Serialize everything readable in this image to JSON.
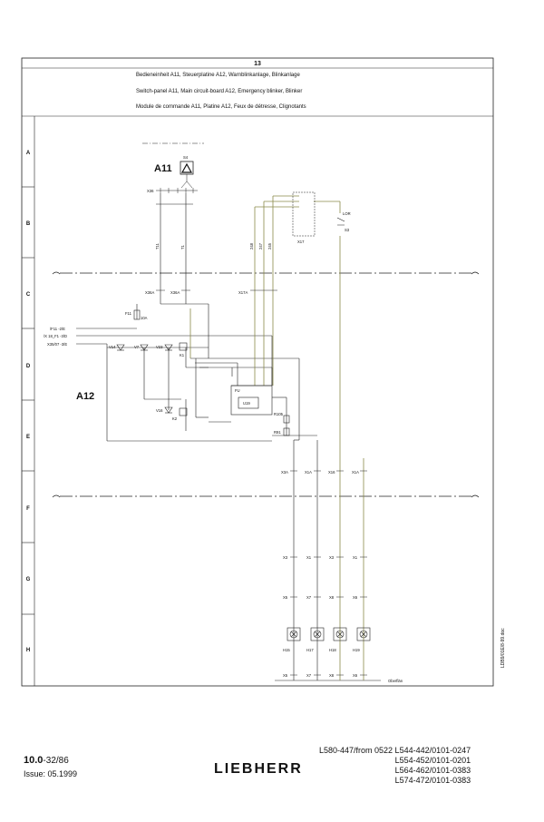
{
  "sheet": {
    "number": "13",
    "title_de": "Bedieneinheit A11, Steuerplatine A12, Warnblinkanlage, Blinkanlage",
    "title_en": "Switch-panel A11, Main circuit-board A12, Emergency blinker, Blinker",
    "title_fr": "Module de commande A11, Platine A12, Feux de détresse, Clignotants",
    "rows": [
      "A",
      "B",
      "C",
      "D",
      "E",
      "F",
      "G",
      "H"
    ]
  },
  "components": {
    "A11": "A11",
    "A12": "A12",
    "S4": "S4",
    "X36": "X36",
    "X36A_1": "X36A",
    "X36A_2": "X36A",
    "X17A": "X17A",
    "X17": "X17",
    "S3": "S3",
    "LOR": "LOR",
    "F11": "F11",
    "F11_rating": "10A",
    "K1": "K1",
    "K2": "K2",
    "V14": "V14",
    "V7": "V7",
    "V23": "V23",
    "V16": "V16",
    "FU": "FU",
    "U19": "U19",
    "R105": "R105",
    "R91": "R91",
    "X3A": "X3A",
    "X1A": "X1A",
    "X16": "X16"
  },
  "connections": [
    {
      "text": "/F11 -2/E"
    },
    {
      "text": "/X 18_F1 -3/D"
    },
    {
      "text": "X35/07 -3/E"
    }
  ],
  "wires": [
    "T11",
    "T1",
    "248",
    "247",
    "245"
  ],
  "outputs": {
    "lamps": [
      "H15",
      "H17",
      "H18",
      "H19"
    ],
    "terminals_top": [
      "X3",
      "X1",
      "X3",
      "X1"
    ],
    "terminals_mid": [
      "X5",
      "X7",
      "X8",
      "X6"
    ],
    "terminals_bot": [
      "X5",
      "X7",
      "X8",
      "X6"
    ],
    "ground_label": "Oberflän"
  },
  "footer": {
    "page_bold": "10.0",
    "page_rest": "-32/86",
    "issue": "Issue: 05.1999",
    "brand": "LIEBHERR",
    "models": [
      "L580-447/from 0522 L544-442/0101-0247",
      "L554-452/0101-0201",
      "L564-462/0101-0383",
      "L574-472/0101-0383"
    ],
    "side_id": "LDB9/01E/8-99.doc"
  }
}
